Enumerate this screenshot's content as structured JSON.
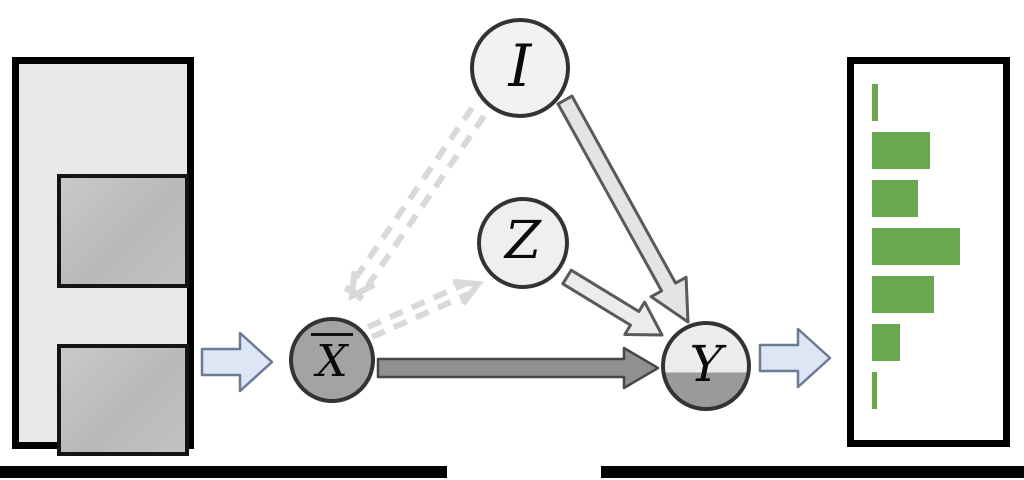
{
  "figure": {
    "description": "Causal graph between input images and output histogram",
    "colors": {
      "node_light_fill": "#f2f2f2",
      "node_dark_fill": "#a3a3a3",
      "node_border": "#333333",
      "solid_arrow_fill": "#e4e4e4",
      "solid_arrow_stroke": "#5a5a5a",
      "thick_arrow_fill": "#909090",
      "dashed_arrow": "#d9d9d9",
      "flow_arrow_fill": "#dde6f4",
      "flow_arrow_stroke": "#6b7b95",
      "panel_border": "#000000"
    }
  },
  "diagram": {
    "nodes": {
      "i": {
        "label": "I"
      },
      "z": {
        "label": "Z"
      },
      "xbar": {
        "label": "X",
        "overline": true
      },
      "y": {
        "label": "Y"
      }
    },
    "edges": [
      {
        "from": "I",
        "to": "Y",
        "style": "solid-outlined"
      },
      {
        "from": "Z",
        "to": "Y",
        "style": "solid-outlined"
      },
      {
        "from": "Xbar",
        "to": "Y",
        "style": "solid-filled"
      },
      {
        "from": "I",
        "to": "Xbar",
        "style": "dashed-faint"
      },
      {
        "from": "Xbar",
        "to": "Z",
        "style": "dashed-faint"
      }
    ]
  },
  "input_panel": {
    "thumbnail_count": 2
  },
  "chart_data": {
    "type": "bar",
    "orientation": "horizontal",
    "title": "",
    "xlabel": "",
    "ylabel": "",
    "values": [
      0.07,
      0.66,
      0.52,
      1.0,
      0.7,
      0.32,
      0.06
    ],
    "bar_color": "#6aa84f",
    "legend": "none",
    "grid": false
  }
}
